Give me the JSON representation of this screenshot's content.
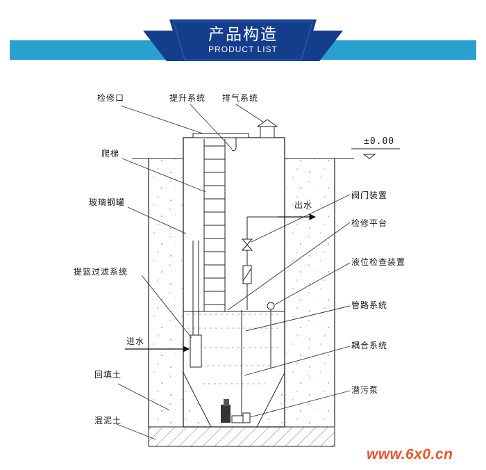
{
  "header": {
    "title": "产品构造",
    "subtitle": "PRODUCT LIST",
    "band_color": "#2aa0cf",
    "tab_color": "#143e8c"
  },
  "labels": {
    "inspection_port": "检修口",
    "lifting_system": "提升系统",
    "vent_system": "排气系统",
    "ground_level": "±0.00",
    "ladder": "爬梯",
    "frp_tank": "玻璃钢罐",
    "outlet": "出水",
    "valve_device": "阀门装置",
    "maintenance_platform": "检修平台",
    "level_detector": "液位检查装置",
    "basket_filter": "提篮过滤系统",
    "pipeline_system": "管路系统",
    "inlet": "进水",
    "coupling_system": "耦合系统",
    "backfill": "回填土",
    "sewage_pump": "潜污泵",
    "concrete": "混泥土"
  },
  "watermark": "www.6x0.cn"
}
